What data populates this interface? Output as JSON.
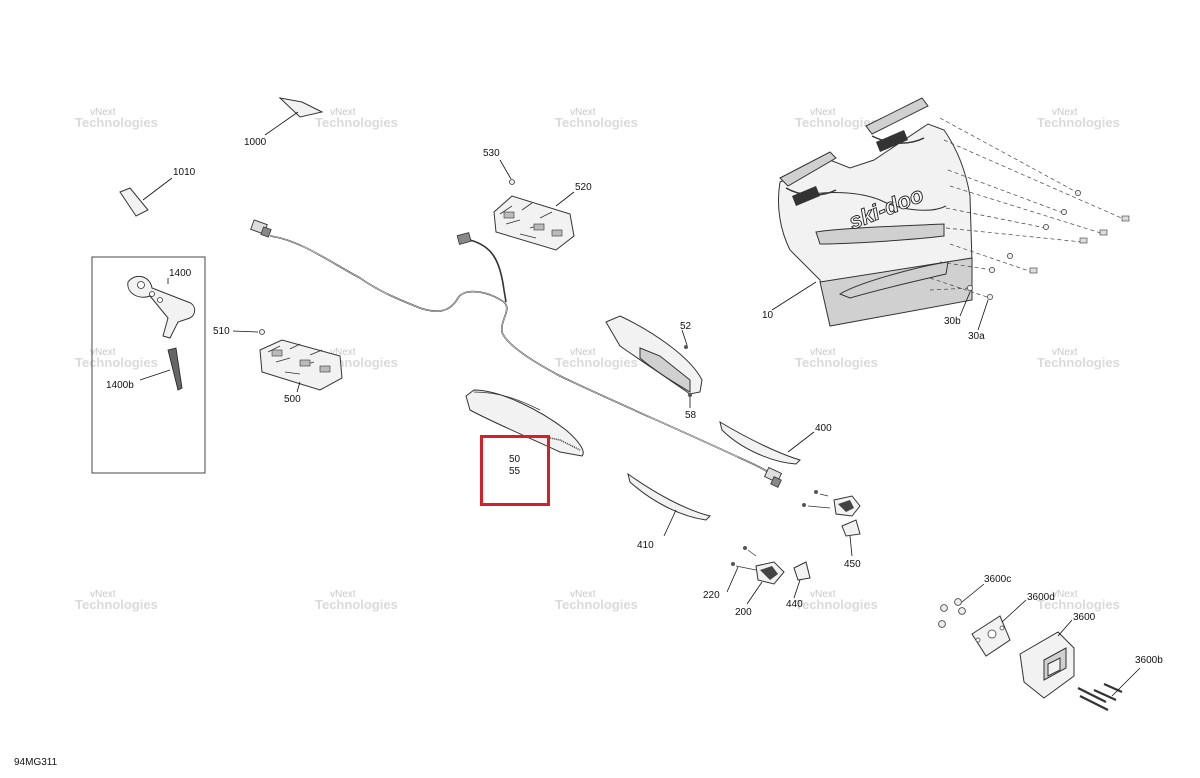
{
  "diagram_code": "94MG311",
  "watermark": {
    "line1": "vNext",
    "line2": "Technologies"
  },
  "callouts": {
    "c1000": "1000",
    "c1010": "1010",
    "c1400": "1400",
    "c1400b": "1400b",
    "c510": "510",
    "c500": "500",
    "c530": "530",
    "c520": "520",
    "c52": "52",
    "c58": "58",
    "c50": "50",
    "c55": "55",
    "c400": "400",
    "c410": "410",
    "c450": "450",
    "c220": "220",
    "c200": "200",
    "c440": "440",
    "c10": "10",
    "c30b": "30b",
    "c30a": "30a",
    "c3600c": "3600c",
    "c3600d": "3600d",
    "c3600": "3600",
    "c3600b": "3600b"
  },
  "brand_text": "ski-doo",
  "colors": {
    "highlight": "#d61f26",
    "watermark": "#c9c9c9"
  }
}
